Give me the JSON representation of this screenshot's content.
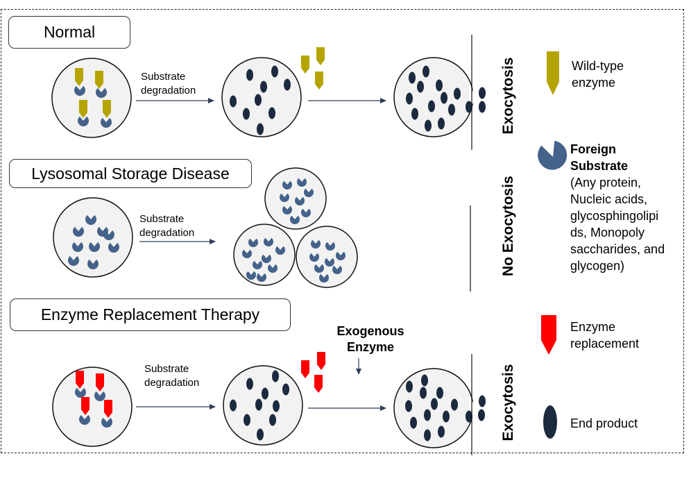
{
  "sections": {
    "normal": "Normal",
    "lsd": "Lysosomal Storage Disease",
    "ert": "Enzyme Replacement Therapy"
  },
  "labels": {
    "substrate_degradation_line1": "Substrate",
    "substrate_degradation_line2": "degradation",
    "exocytosis": "Exocytosis",
    "no_exocytosis": "No Exocytosis",
    "exogenous_line1": "Exogenous",
    "exogenous_line2": "Enzyme"
  },
  "legend": {
    "wildtype_line1": "Wild-type",
    "wildtype_line2": "enzyme",
    "foreign_line1": "Foreign",
    "foreign_line2": "Substrate",
    "foreign_desc_1": "(Any protein,",
    "foreign_desc_2": "Nucleic acids,",
    "foreign_desc_3": "glycosphingolipi",
    "foreign_desc_4": "ds, Monopoly",
    "foreign_desc_5": "saccharides, and",
    "foreign_desc_6": "glycogen)",
    "replacement_line1": "Enzyme",
    "replacement_line2": "replacement",
    "endproduct": "End product"
  },
  "colors": {
    "wildtype_enzyme": "#b5a300",
    "replacement_enzyme": "#ff0000",
    "substrate": "#44628a",
    "end_product": "#1c2a3f",
    "cell_fill": "#f2f2f2"
  }
}
